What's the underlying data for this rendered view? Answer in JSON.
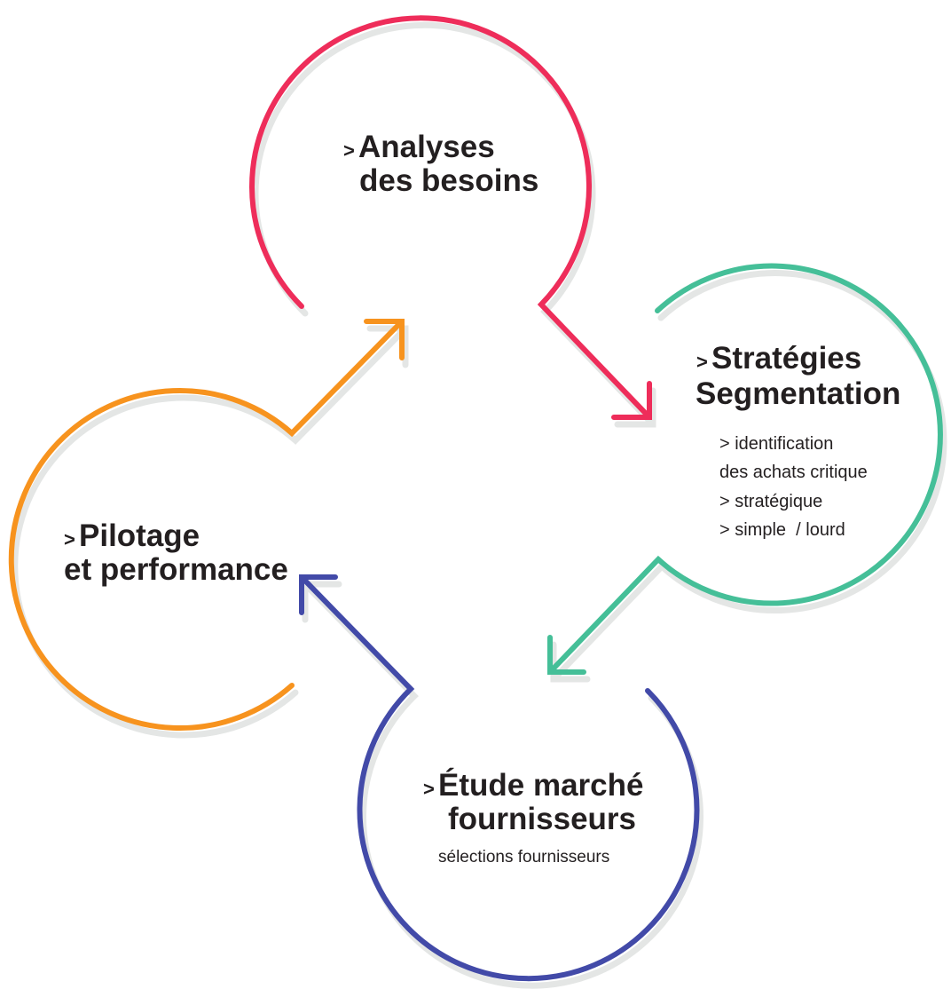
{
  "colors": {
    "red": "#ee2d5a",
    "green": "#45bf98",
    "blue": "#424aa8",
    "orange": "#f7931e",
    "text": "#231f20"
  },
  "steps": [
    {
      "prefix": ">",
      "title_line1": "Analyses",
      "title_line2": "des besoins"
    },
    {
      "prefix": ">",
      "title_line1": "Stratégies",
      "title_line2": "Segmentation",
      "details": [
        "> identification",
        "des achats critique",
        "> stratégique",
        "> simple  / lourd"
      ]
    },
    {
      "prefix": ">",
      "title_line1": "Étude marché",
      "title_line2": "fournisseurs",
      "details": [
        "sélections fournisseurs"
      ]
    },
    {
      "prefix": ">",
      "title_line1": "Pilotage",
      "title_line2": "et performance"
    }
  ]
}
